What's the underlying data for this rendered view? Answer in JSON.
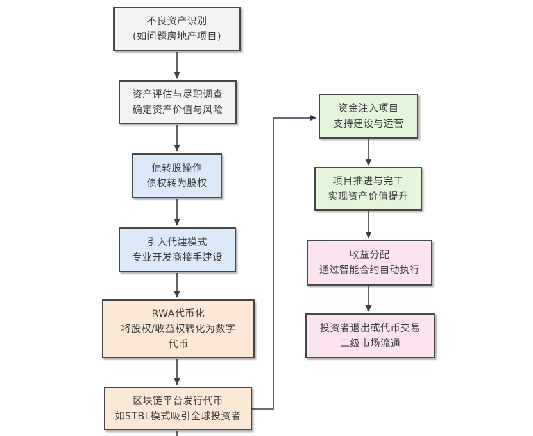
{
  "diagram": {
    "type": "flowchart",
    "description": "RWA tokenization process flow for distressed real-estate assets",
    "nodes": [
      {
        "id": "bad-asset-identification",
        "text": "不良资产识别\n(如问题房地产项目)",
        "color_name": "gray",
        "fill": "#f3f3f3"
      },
      {
        "id": "asset-evaluation",
        "text": "资产评估与尽职调查\n确定资产价值与风险",
        "color_name": "gray",
        "fill": "#f3f3f3"
      },
      {
        "id": "debt-to-equity",
        "text": "债转股操作\n债权转为股权",
        "color_name": "blue",
        "fill": "#dbe9f9"
      },
      {
        "id": "construction-agency",
        "text": "引入代建模式\n专业开发商接手建设",
        "color_name": "blue",
        "fill": "#dbe9f9"
      },
      {
        "id": "rwa-tokenization",
        "text": "RWA代币化\n将股权/收益权转化为数字\n代币",
        "color_name": "peach",
        "fill": "#fbe8d6"
      },
      {
        "id": "token-issuance",
        "text": "区块链平台发行代币\n如STBL模式吸引全球投资者",
        "color_name": "peach",
        "fill": "#fbe8d6"
      },
      {
        "id": "capital-injection",
        "text": "资金注入项目\n支持建设与运营",
        "color_name": "green",
        "fill": "#e3f5db"
      },
      {
        "id": "project-completion",
        "text": "项目推进与完工\n实现资产价值提升",
        "color_name": "green",
        "fill": "#e3f5db"
      },
      {
        "id": "profit-distribution",
        "text": "收益分配\n通过智能合约自动执行",
        "color_name": "pink",
        "fill": "#fbe3ef"
      },
      {
        "id": "investor-exit",
        "text": "投资者退出或代币交易\n二级市场流通",
        "color_name": "pink",
        "fill": "#fbe3ef"
      }
    ],
    "edges": [
      {
        "from": "bad-asset-identification",
        "to": "asset-evaluation",
        "style": "straight"
      },
      {
        "from": "asset-evaluation",
        "to": "debt-to-equity",
        "style": "straight"
      },
      {
        "from": "debt-to-equity",
        "to": "construction-agency",
        "style": "straight"
      },
      {
        "from": "construction-agency",
        "to": "rwa-tokenization",
        "style": "straight"
      },
      {
        "from": "rwa-tokenization",
        "to": "token-issuance",
        "style": "straight"
      },
      {
        "from": "token-issuance",
        "to": "capital-injection",
        "style": "elbow"
      },
      {
        "from": "capital-injection",
        "to": "project-completion",
        "style": "straight"
      },
      {
        "from": "project-completion",
        "to": "profit-distribution",
        "style": "straight"
      },
      {
        "from": "profit-distribution",
        "to": "investor-exit",
        "style": "straight"
      },
      {
        "from": "token-issuance",
        "to": "(clipped-below)",
        "style": "stub"
      }
    ],
    "colors": {
      "node_border": "#474747",
      "arrow": "#3f3f3f",
      "elbow_connector": "#2e3c52",
      "text": "#3a3a3a",
      "background": "#ffffff"
    }
  }
}
